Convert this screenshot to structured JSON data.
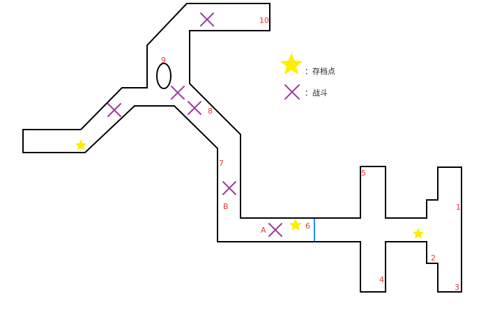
{
  "colors": {
    "wall": "#000000",
    "savepoint": "#ffee00",
    "battle": "#9b3c9b",
    "label": "#e03a3a",
    "divider": "#1e90ff"
  },
  "legend": {
    "savepoint_icon": "star-icon",
    "savepoint_label": "：存档点",
    "battle_icon": "cross-icon",
    "battle_label": "：战斗"
  },
  "labels": {
    "l1": "1",
    "l2": "2",
    "l3": "3",
    "l4": "4",
    "l5": "5",
    "l6": "6",
    "l7": "7",
    "l8": "8",
    "l9": "9",
    "l10": "10",
    "la": "A",
    "lb": "B"
  }
}
